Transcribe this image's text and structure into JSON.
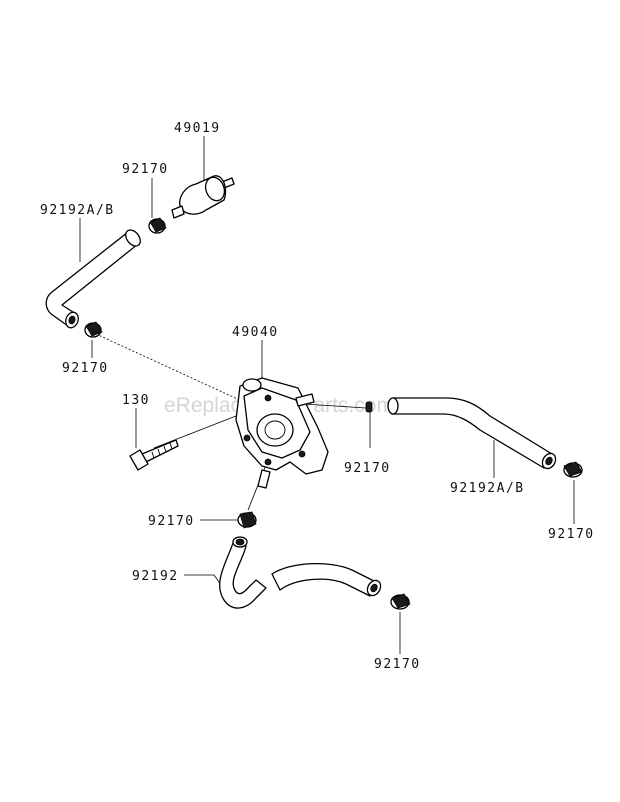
{
  "diagram": {
    "watermark": "eReplacementParts.com",
    "callouts": [
      {
        "id": "filter",
        "text": "49019"
      },
      {
        "id": "clamp-filter",
        "text": "92170"
      },
      {
        "id": "hose-upper-left",
        "text": "92192A/B"
      },
      {
        "id": "clamp-upper-left",
        "text": "92170"
      },
      {
        "id": "pump",
        "text": "49040"
      },
      {
        "id": "bolt",
        "text": "130"
      },
      {
        "id": "clamp-pump-outlet",
        "text": "92170"
      },
      {
        "id": "hose-right",
        "text": "92192A/B"
      },
      {
        "id": "clamp-right-end",
        "text": "92170"
      },
      {
        "id": "clamp-pump-bottom",
        "text": "92170"
      },
      {
        "id": "hose-lower",
        "text": "92192"
      },
      {
        "id": "clamp-lower",
        "text": "92170"
      }
    ]
  }
}
